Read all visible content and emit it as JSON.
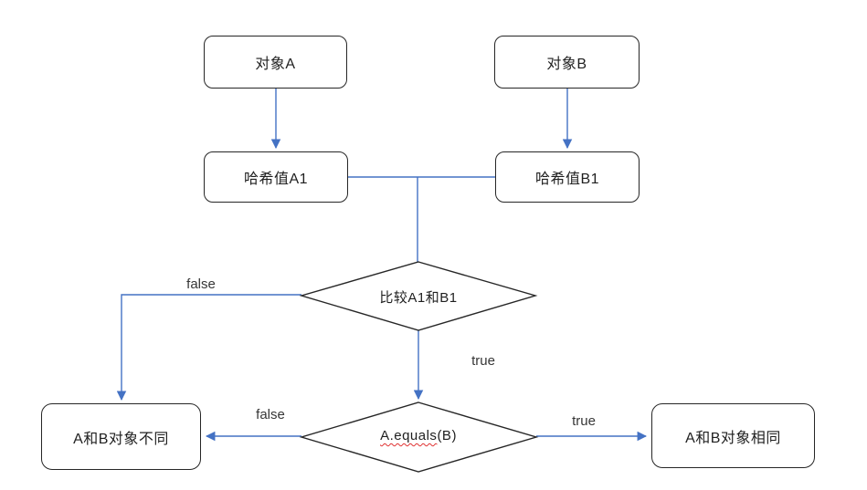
{
  "diagram": {
    "type": "flowchart",
    "topic": "object-equality-comparison",
    "nodes": {
      "object_a": {
        "label": "对象A",
        "shape": "rounded-rect"
      },
      "object_b": {
        "label": "对象B",
        "shape": "rounded-rect"
      },
      "hash_a1": {
        "label": "哈希值A1",
        "shape": "rounded-rect"
      },
      "hash_b1": {
        "label": "哈希值B1",
        "shape": "rounded-rect"
      },
      "compare_hash": {
        "label": "比较A1和B1",
        "shape": "diamond"
      },
      "equals_check": {
        "label_underlined": "A.equals",
        "label_rest": "(B)",
        "shape": "diamond"
      },
      "objects_different": {
        "label": "A和B对象不同",
        "shape": "rounded-rect"
      },
      "objects_same": {
        "label": "A和B对象相同",
        "shape": "rounded-rect"
      }
    },
    "edge_labels": {
      "compare_false": "false",
      "compare_true": "true",
      "equals_false": "false",
      "equals_true": "true"
    },
    "colors": {
      "connector_blue": "#4472C4",
      "shape_outline": "#262626",
      "node_text": "#1f1f1f",
      "edge_label_text": "#363636",
      "spellcheck_underline": "#e03131",
      "background": "#ffffff"
    }
  }
}
